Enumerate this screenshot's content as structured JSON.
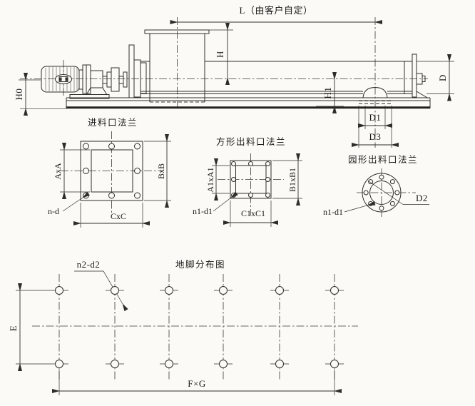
{
  "drawing": {
    "type": "screw-conveyor-dimension-drawing",
    "colors": {
      "background": "#fbfaf6",
      "line": "#2f2d2a",
      "text": "#1c1a18"
    },
    "main_view": {
      "length_label": "L（由客户自定）",
      "drive_height_label": "H0",
      "inlet_height_label": "H",
      "outlet_height_label": "H1",
      "tube_diameter_label": "D",
      "outlet_inner_dia_label": "D1",
      "outlet_outer_dia_label": "D3"
    },
    "inlet_flange": {
      "title": "进料口法兰",
      "inner_dim_label": "AxA",
      "bolt_dim_label": "BxB",
      "outer_dim_label": "CxC",
      "holes_label": "n-d"
    },
    "square_outlet_flange": {
      "title": "方形出料口法兰",
      "inner_dim_label": "A1xA1",
      "bolt_dim_label": "B1xB1",
      "outer_dim_label": "C1xC1",
      "holes_label": "n1-d1"
    },
    "round_outlet_flange": {
      "title": "园形出料口法兰",
      "bolt_circle_label": "D2",
      "holes_label": "n1-d1"
    },
    "foundation_layout": {
      "title": "地脚分布图",
      "holes_label": "n2-d2",
      "row_spacing_label": "E",
      "length_label": "F×G"
    }
  }
}
